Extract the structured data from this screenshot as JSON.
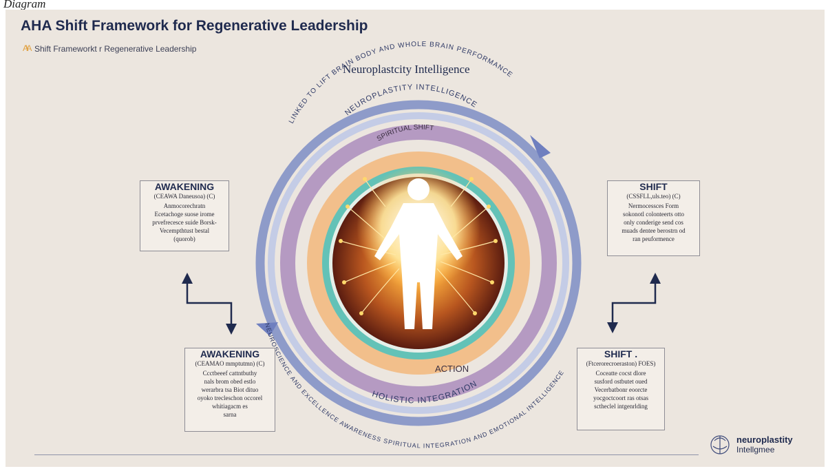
{
  "corner_text": "Diagram",
  "title": "AHA Shift Framework for Regenerative Leadership",
  "subtitle": "Shift Frameworkt r Regenerative Leadership",
  "subtitle_mark": "A\\A",
  "ring_labels": {
    "top_title": "Neuroplastcity Intelligence",
    "outer_arc_text": "LINKED TO LIFT BRAIN BODY AND WHOLE BRAIN PERFORMANCE",
    "neuro_ring": "NEUROPLASTITY INTELLIGENCE",
    "spiritual_ring": "SPIRITUAL SHIFT",
    "action_ring": "ACTION",
    "holistic_ring": "HOLISTIC INTEGRATION",
    "bottom_arc_text": "NEUROSCIENCE AND EXCELLENCE AWARENESS SPIRITUAL INTEGRATION AND EMOTIONAL INTELLIGENCE"
  },
  "boxes": {
    "awakening_top": {
      "heading": "AWAKENING",
      "sub": "(CEAWA Daneusoa) (C)",
      "body": [
        "Anmocorechratn",
        "Ecetachoge suose irome",
        "prvefrecesce suide Borsk-",
        "Vecempthtust bestal",
        "(quorob)"
      ]
    },
    "shift_top": {
      "heading": "SHIFT",
      "sub": "(CSSFLL,uls.teo) (C)",
      "body": [
        "Nermocessces Form",
        "sokonotl colonteerts otto",
        "only conderige send cos",
        "muads dentee berostrn od",
        "ran peuformence"
      ]
    },
    "awakening_bottom": {
      "heading": "AWAKENING",
      "sub": "(CEAMAO mmptutmn) (C)",
      "body": [
        "Ccctbeeef cattntbuthy",
        "nals brom obed estlo",
        "werarbra tsa Biot dituo",
        "oyoko trecleschon occorel",
        "whitiagacm es",
        "sarna"
      ]
    },
    "shift_bottom": {
      "heading": "SHIFT .",
      "sub": "(Ftcerorecroeraston) FOES)",
      "body": [
        "Coceatte cocst dlore",
        "susford ostbutet oued",
        "Vecerbatbonr eoorcte",
        "yocgoctcoort ras otsas",
        "sctheclel intgenrlding"
      ]
    }
  },
  "logo": {
    "line1": "neuroplastity",
    "line2": "Intellgmee"
  },
  "colors": {
    "background": "#ece6df",
    "navy": "#1f2a4e",
    "outer_ring": "#8e9bc9",
    "purple_ring": "#b59ac2",
    "peach_ring": "#f2bf8b",
    "teal_ring": "#63c2b7",
    "core_glow": "#ffd36b"
  }
}
